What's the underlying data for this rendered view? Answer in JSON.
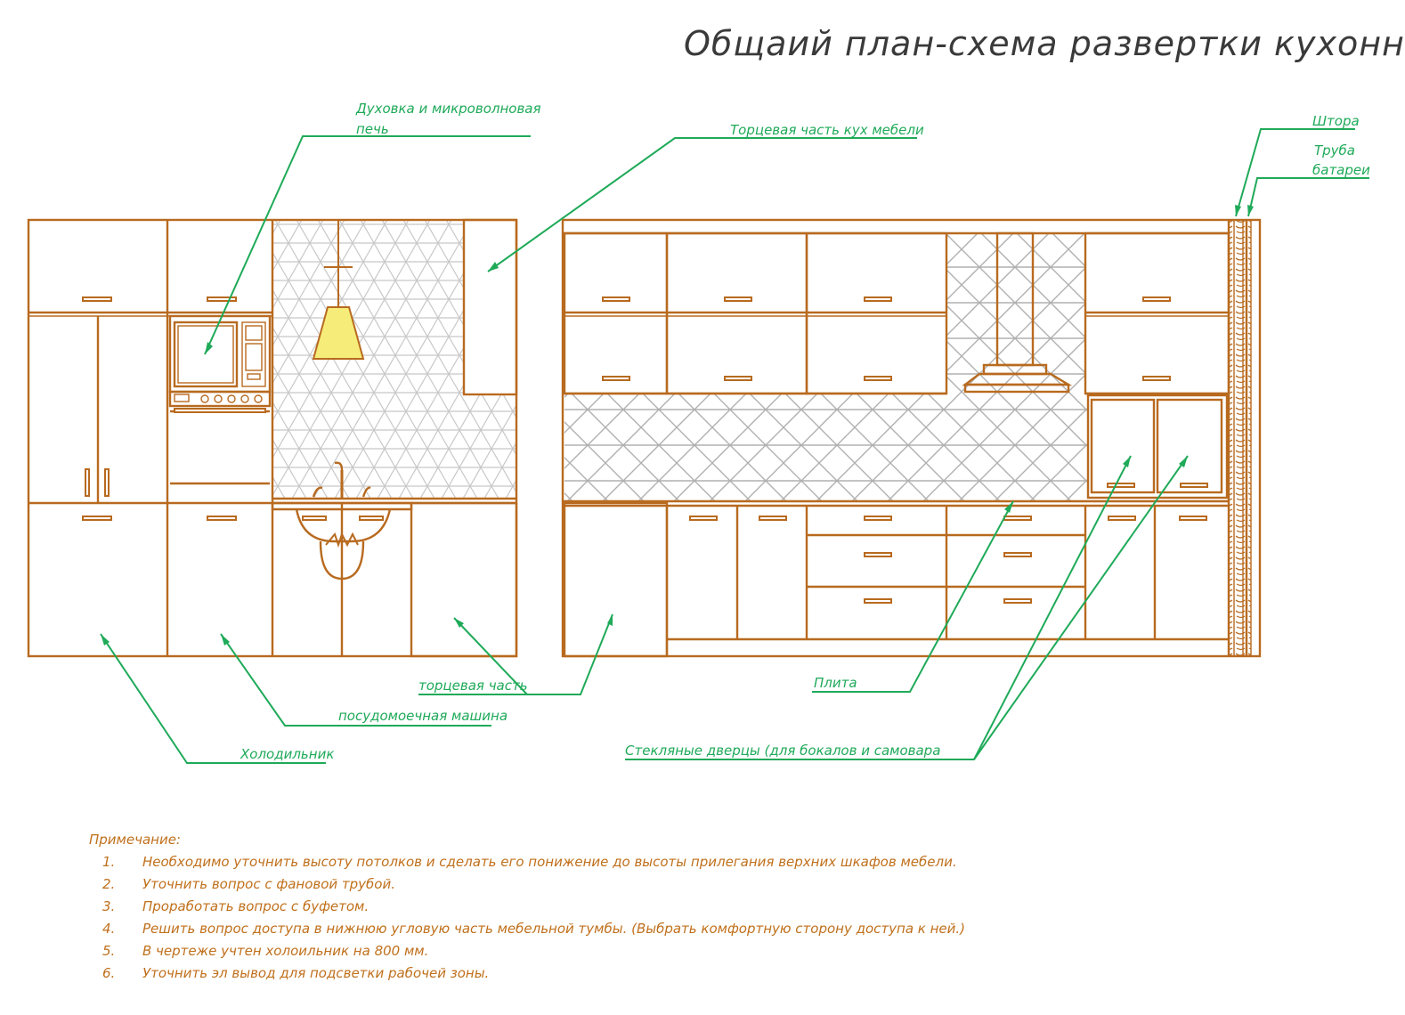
{
  "title": "Общаий план-схема развертки кухонной мебели",
  "labels": {
    "oven_line1": "Духовка и микроволновая",
    "oven_line2": "печь",
    "end_panel_top": "Торцевая часть кух мебели",
    "curtain": "Штора",
    "pipe_line1": "Труба",
    "pipe_line2": "батареи",
    "end_panel_bottom": "торцевая часть",
    "dishwasher": "посудомоечная машина",
    "fridge": "Холодильник",
    "stove": "Плита",
    "glass_doors": "Стекляные дверцы (для бокалов и самовара"
  },
  "notes": {
    "heading": "Примечание:",
    "items": [
      {
        "num": "1.",
        "text": "Необходимо уточнить высоту потолков и сделать его понижение до высоты прилегания верхних шкафов мебели."
      },
      {
        "num": "2.",
        "text": "Уточнить вопрос с фановой трубой."
      },
      {
        "num": "3.",
        "text": "Проработать вопрос  с буфетом."
      },
      {
        "num": "4.",
        "text": "Решить вопрос доступа в нижнюю угловую часть мебельной тумбы. (Выбрать комфортную сторону доступа к ней.)"
      },
      {
        "num": "5.",
        "text": "В чертеже учтен холоильник на 800 мм."
      },
      {
        "num": "6.",
        "text": "Уточнить эл вывод для подсветки рабочей зоны."
      }
    ]
  },
  "colors": {
    "furniture": "#b86a1f",
    "leader": "#1faa59",
    "tile": "#c8c8c8",
    "lamp": "#f5ec7a",
    "notes": "#c0701c",
    "title": "#3a3a3a"
  }
}
